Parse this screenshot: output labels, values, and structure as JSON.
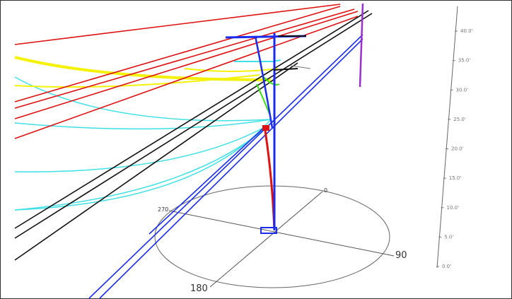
{
  "colors": {
    "frame": "#333333",
    "axis": "#555555",
    "red": "#e01010",
    "black": "#111111",
    "blue": "#1a2cf0",
    "cyan": "#3fe0e6",
    "yellow": "#f5f20a",
    "green": "#38e010",
    "purple": "#9b30d0"
  },
  "height_axis": {
    "ticks": [
      "40.0'",
      "35.0'",
      "30.0'",
      "25.0'",
      "20.0'",
      "15.0'",
      "10.0'",
      "5.0'",
      "0.0'"
    ]
  },
  "compass": {
    "labels": {
      "north": "0",
      "east": "90",
      "south": "180",
      "west": "270"
    }
  }
}
